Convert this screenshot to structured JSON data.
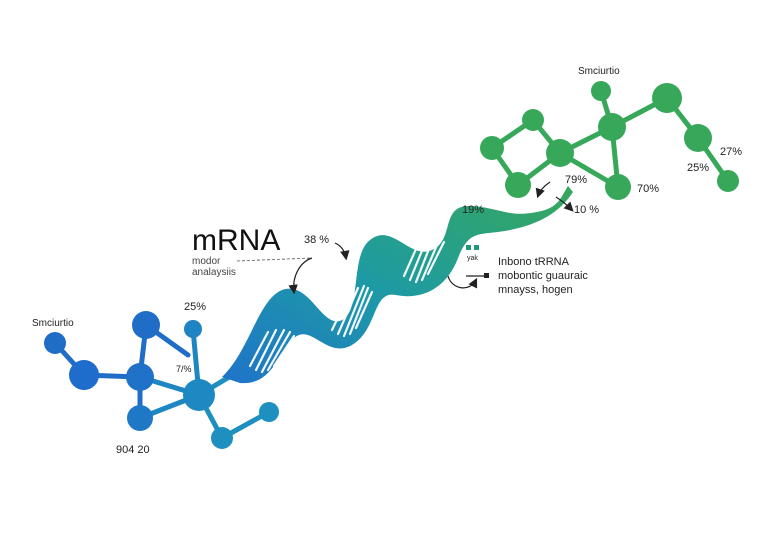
{
  "colors": {
    "blue": "#1f73c9",
    "teal": "#1d9aa6",
    "green": "#37a85a",
    "helix_stripe": "#ffffff"
  },
  "labels": {
    "top_right_title": "Smciurtio",
    "left_title": "Smciurtio",
    "mrna": "mRNA",
    "modor_line1": "modor",
    "modor_line2": "analaysiis",
    "pct_38": "38 %",
    "pct_19": "19%",
    "pct_79": "79%",
    "pct_10": "10 %",
    "pct_70": "70%",
    "pct_27": "27%",
    "pct_25_right": "25%",
    "pct_25_left": "25%",
    "pct_7": "7/%",
    "num_bottom": "904 20",
    "small_tag": "yak",
    "note_line1": "Inbono tRRNA",
    "note_line2": "mobontic guauraic",
    "note_line3": "mnayss, hogen"
  },
  "icons": {
    "arrows": "curved-arrow-icon",
    "square_marker": "square-marker-icon"
  }
}
